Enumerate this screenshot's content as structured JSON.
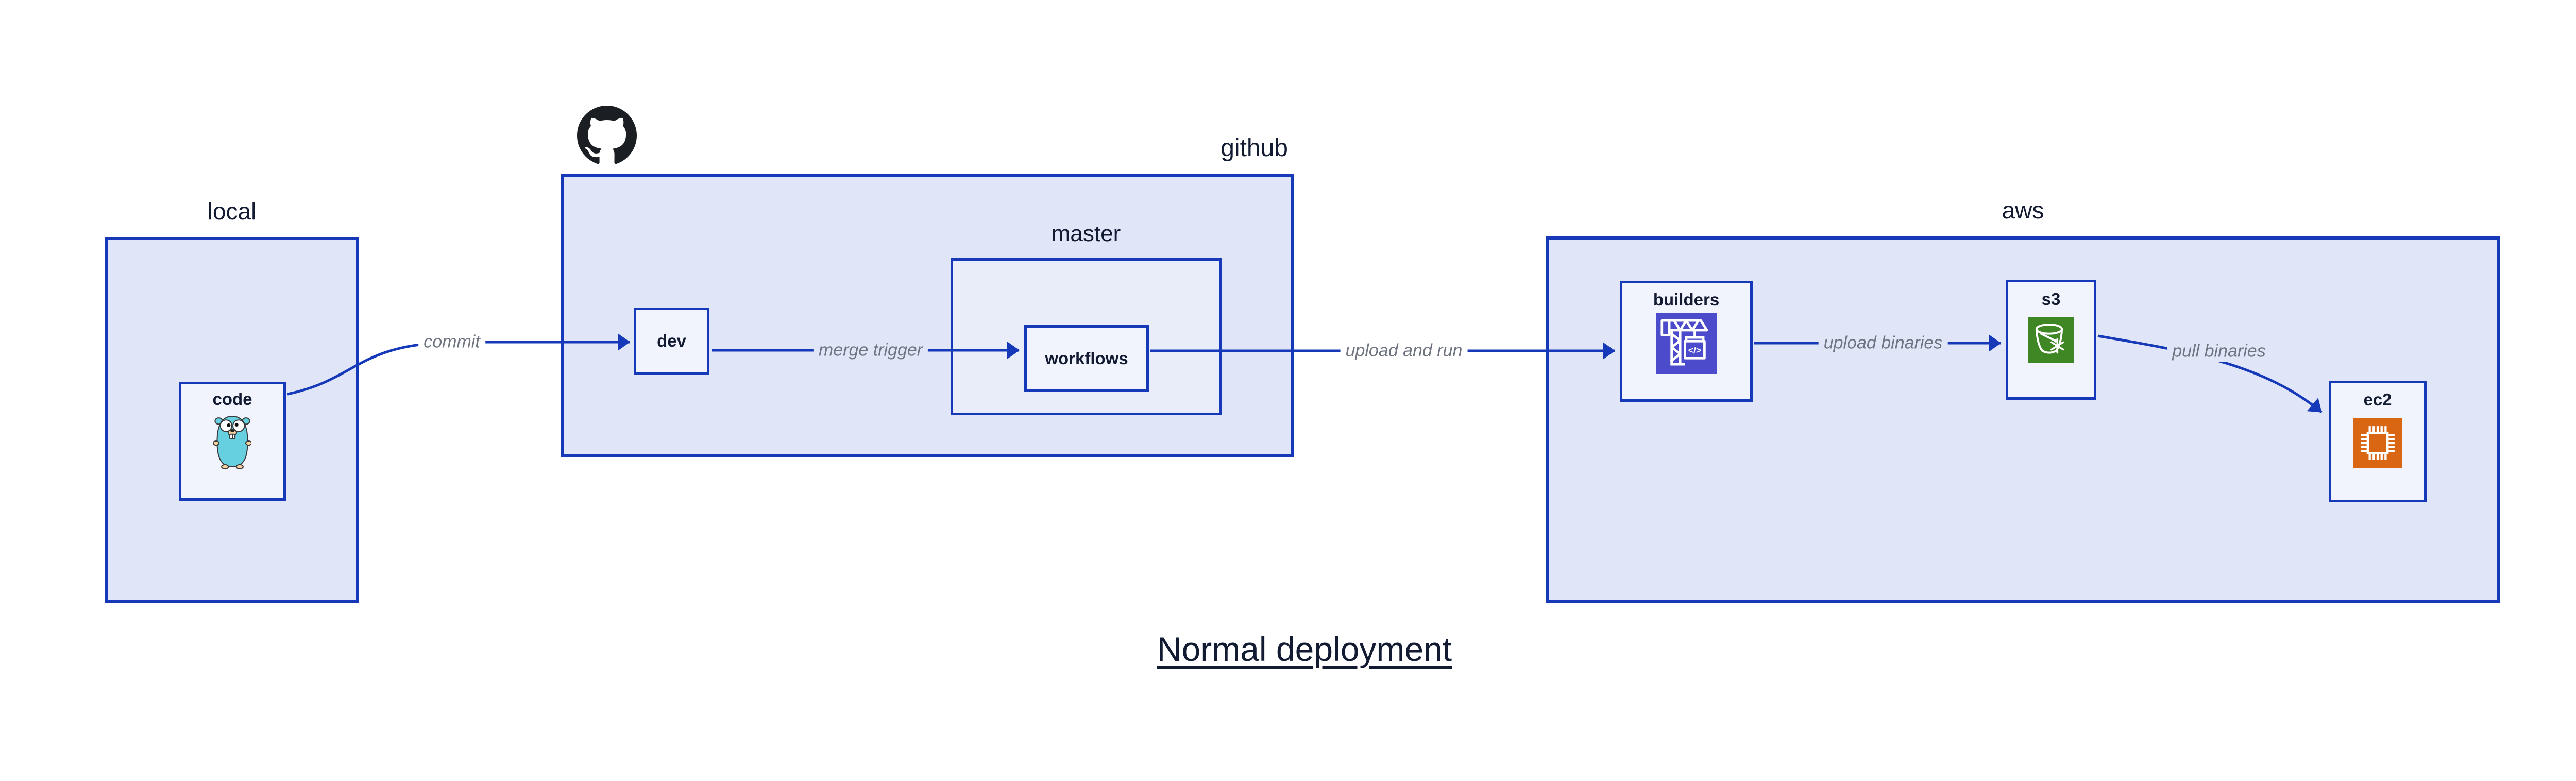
{
  "title": {
    "text": "Normal deployment"
  },
  "containers": {
    "local": {
      "label": "local"
    },
    "github": {
      "label": "github"
    },
    "master": {
      "label": "master"
    },
    "aws": {
      "label": "aws"
    }
  },
  "nodes": {
    "code": {
      "label": "code",
      "icon": "go-gopher-icon"
    },
    "dev": {
      "label": "dev"
    },
    "workflows": {
      "label": "workflows"
    },
    "builders": {
      "label": "builders",
      "icon": "codebuild-crane-icon",
      "icon_color": "#4b4bcb"
    },
    "s3": {
      "label": "s3",
      "icon": "s3-glacier-bucket-icon",
      "icon_color": "#3f8624"
    },
    "ec2": {
      "label": "ec2",
      "icon": "ec2-chip-icon",
      "icon_color": "#d86613"
    }
  },
  "edges": {
    "commit": {
      "label": "commit"
    },
    "merge_trigger": {
      "label": "merge trigger"
    },
    "upload_and_run": {
      "label": "upload and run"
    },
    "upload_binaries": {
      "label": "upload binaries"
    },
    "pull_binaries": {
      "label": "pull binaries"
    }
  },
  "logos": {
    "github": "github-octocat-logo"
  },
  "colors": {
    "border_blue": "#1539b8",
    "container_fill": "#e0e6f8",
    "master_fill": "#e9edfa",
    "node_fill": "#f1f4fc",
    "label_navy": "#131b33",
    "edge_label_gray": "#6e7480",
    "codebuild_indigo": "#4b4bcb",
    "s3_green": "#3f8624",
    "ec2_orange": "#d86613",
    "gopher_teal": "#66cfe0",
    "github_logo_black": "#1b1f23"
  }
}
